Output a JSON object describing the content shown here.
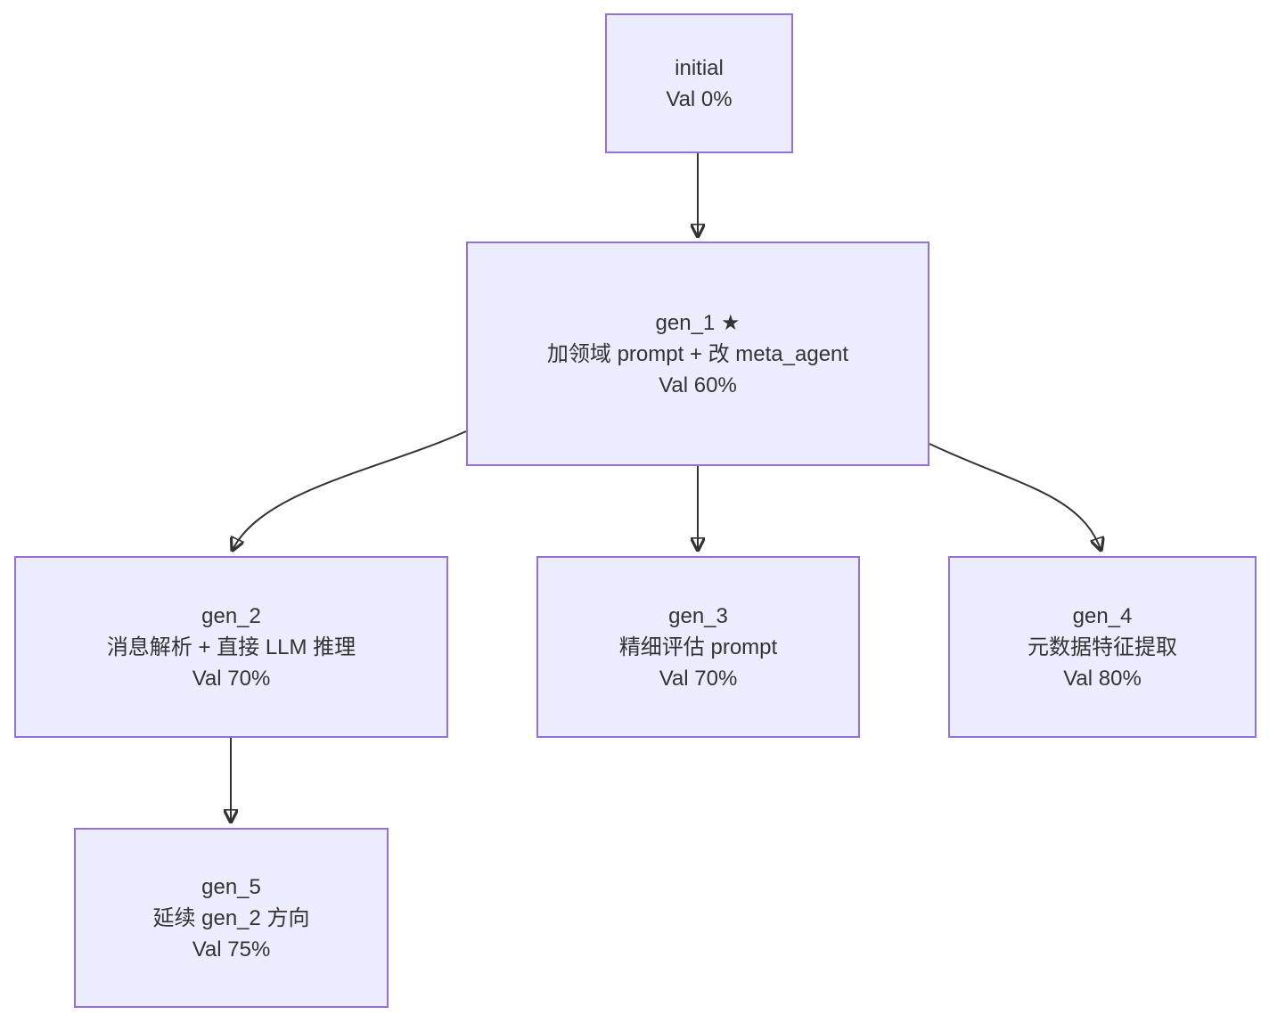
{
  "diagram": {
    "type": "flowchart-top-down",
    "background_color": "#ffffff",
    "colors": {
      "node_fill": "#ECECFF",
      "node_border": "#9370DB",
      "edge_line": "#333333",
      "text": "#333333"
    },
    "nodes": {
      "initial": {
        "lines": [
          "initial",
          "Val 0%"
        ]
      },
      "gen_1": {
        "lines": [
          "gen_1 ★",
          "加领域 prompt + 改 meta_agent",
          "Val 60%"
        ]
      },
      "gen_2": {
        "lines": [
          "gen_2",
          "消息解析 + 直接 LLM 推理",
          "Val 70%"
        ]
      },
      "gen_3": {
        "lines": [
          "gen_3",
          "精细评估 prompt",
          "Val 70%"
        ]
      },
      "gen_4": {
        "lines": [
          "gen_4",
          "元数据特征提取",
          "Val 80%"
        ]
      },
      "gen_5": {
        "lines": [
          "gen_5",
          "延续 gen_2 方向",
          "Val 75%"
        ]
      }
    },
    "edges": [
      {
        "from": "initial",
        "to": "gen_1"
      },
      {
        "from": "gen_1",
        "to": "gen_2"
      },
      {
        "from": "gen_1",
        "to": "gen_3"
      },
      {
        "from": "gen_1",
        "to": "gen_4"
      },
      {
        "from": "gen_2",
        "to": "gen_5"
      }
    ]
  }
}
